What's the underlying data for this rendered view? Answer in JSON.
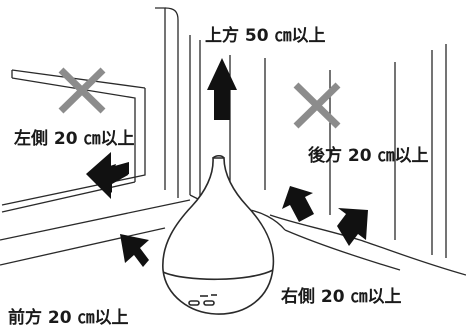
{
  "labels": {
    "top": "上方 50 ㎝以上",
    "left": "左側 20 ㎝以上",
    "back": "後方 20 ㎝以上",
    "right": "右側 20 ㎝以上",
    "front": "前方 20 ㎝以上"
  },
  "colors": {
    "line": "#2a2a2a",
    "arrow": "#111111",
    "cross": "#8c8c8c"
  },
  "icons": {
    "cross": "x-mark-icon",
    "arrow": "direction-arrow-icon"
  }
}
